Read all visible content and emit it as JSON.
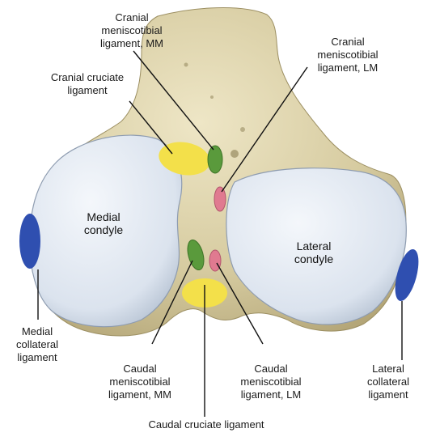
{
  "labels": {
    "cranial_mtl_mm": [
      "Cranial",
      "meniscotibial",
      "ligament, MM"
    ],
    "cranial_cruciate": [
      "Cranial cruciate",
      "ligament"
    ],
    "cranial_mtl_lm": [
      "Cranial",
      "meniscotibial",
      "ligament, LM"
    ],
    "medial_condyle": [
      "Medial",
      "condyle"
    ],
    "lateral_condyle": [
      "Lateral",
      "condyle"
    ],
    "medial_collateral": [
      "Medial",
      "collateral",
      "ligament"
    ],
    "caudal_mtl_mm": [
      "Caudal",
      "meniscotibial",
      "ligament, MM"
    ],
    "caudal_mtl_lm": [
      "Caudal",
      "meniscotibial",
      "ligament, LM"
    ],
    "lateral_collateral": [
      "Lateral",
      "collateral",
      "ligament"
    ],
    "caudal_cruciate": [
      "Caudal cruciate ligament"
    ]
  },
  "colors": {
    "bone": "#d9cfa8",
    "condyle": "#dfe6f0",
    "cruciate": "#f3e04a",
    "meniscotibial_mm": "#5a9a3c",
    "meniscotibial_lm": "#e07a90",
    "collateral": "#2f4fb0"
  }
}
